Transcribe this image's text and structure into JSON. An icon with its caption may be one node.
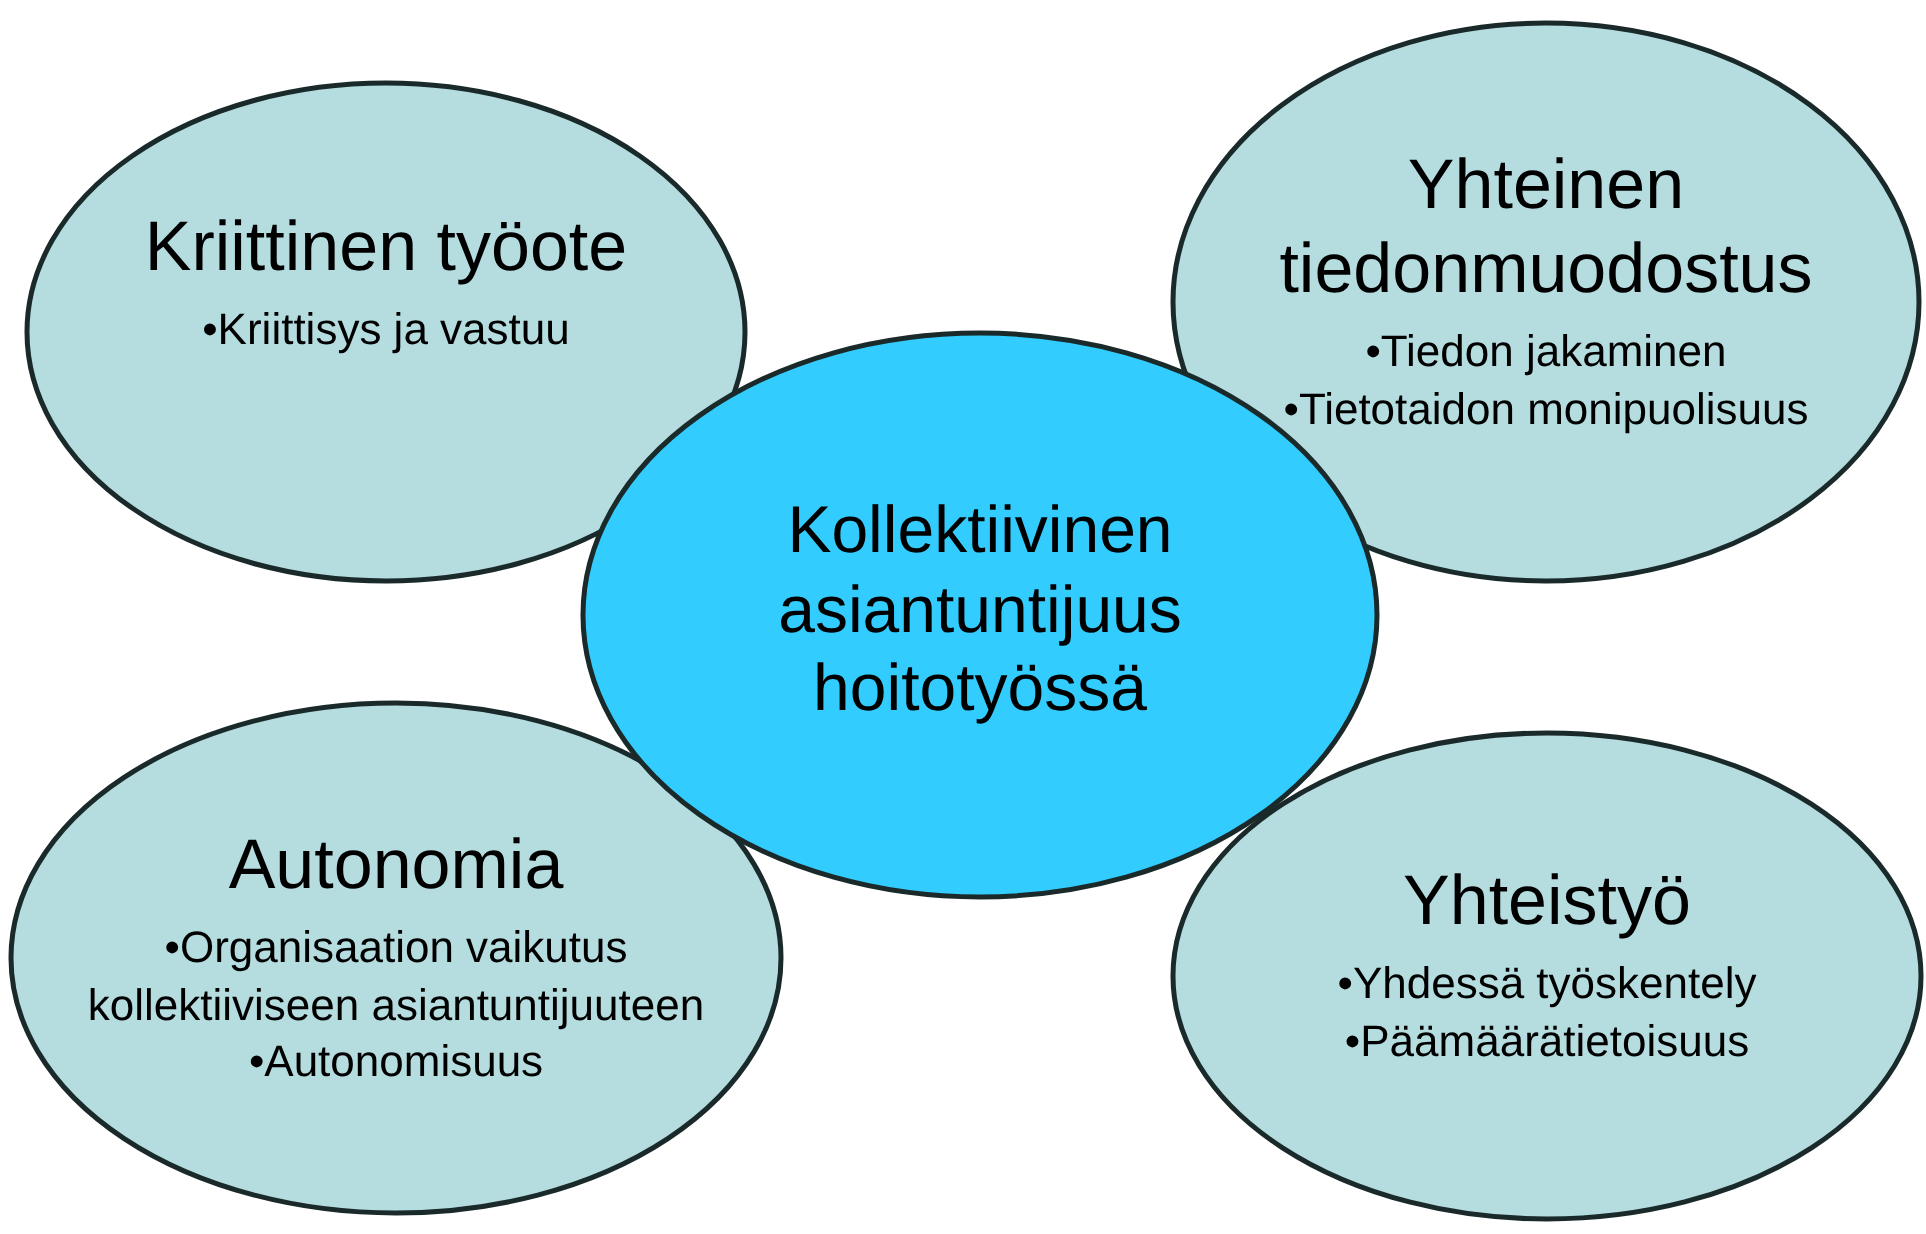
{
  "diagram": {
    "nodes": [
      {
        "text": [
          "Kriittinen työote",
          "•Kriittisys ja vastuu"
        ]
      },
      {
        "text": [
          "Yhteinen tiedonmuodostus",
          "•Tiedon jakaminen",
          "•Tietotaidon monipuolisuus"
        ]
      },
      {
        "text": [
          "Kollektiivinen asiantuntijuus hoitotyössä"
        ]
      },
      {
        "text": [
          "Autonomia",
          "•Organisaation vaikutus kollektiiviseen asiantuntijuuteen",
          "•Autonomisuus"
        ]
      },
      {
        "text": [
          "Yhteistyö",
          "•Yhdessä työskentely",
          "•Päämäärätietoisuus"
        ]
      }
    ]
  }
}
